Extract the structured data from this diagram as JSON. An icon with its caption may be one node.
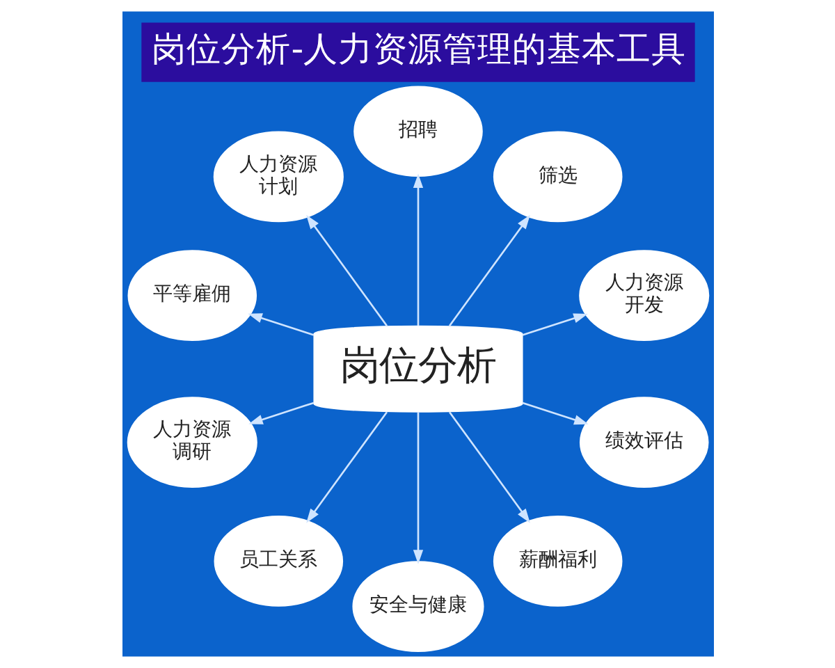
{
  "diagram": {
    "title": "岗位分析-人力资源管理的基本工具",
    "nodes": [
      {
        "text": [
          "平等雇佣"
        ]
      },
      {
        "text": [
          "人力资源计划"
        ]
      },
      {
        "text": [
          "招聘"
        ]
      },
      {
        "text": [
          "筛选"
        ]
      },
      {
        "text": [
          "人力资源调研"
        ]
      },
      {
        "text": [
          "岗位分析"
        ]
      },
      {
        "text": [
          "人力资源开发"
        ]
      },
      {
        "text": [
          "员工关系"
        ]
      },
      {
        "text": [
          "安全与健康"
        ]
      },
      {
        "text": [
          "薪酬福利"
        ]
      },
      {
        "text": [
          "绩效评估"
        ]
      }
    ],
    "edges": [
      {
        "from": 5,
        "to": 0,
        "arrow": "to"
      },
      {
        "from": 5,
        "to": 1,
        "arrow": "to"
      },
      {
        "from": 5,
        "to": 2,
        "arrow": "to"
      },
      {
        "from": 5,
        "to": 3,
        "arrow": "to"
      },
      {
        "from": 5,
        "to": 6,
        "arrow": "to"
      },
      {
        "from": 5,
        "to": 10,
        "arrow": "to"
      },
      {
        "from": 5,
        "to": 9,
        "arrow": "to"
      },
      {
        "from": 5,
        "to": 8,
        "arrow": "to"
      },
      {
        "from": 5,
        "to": 7,
        "arrow": "to"
      },
      {
        "from": 5,
        "to": 4,
        "arrow": "to"
      }
    ]
  }
}
